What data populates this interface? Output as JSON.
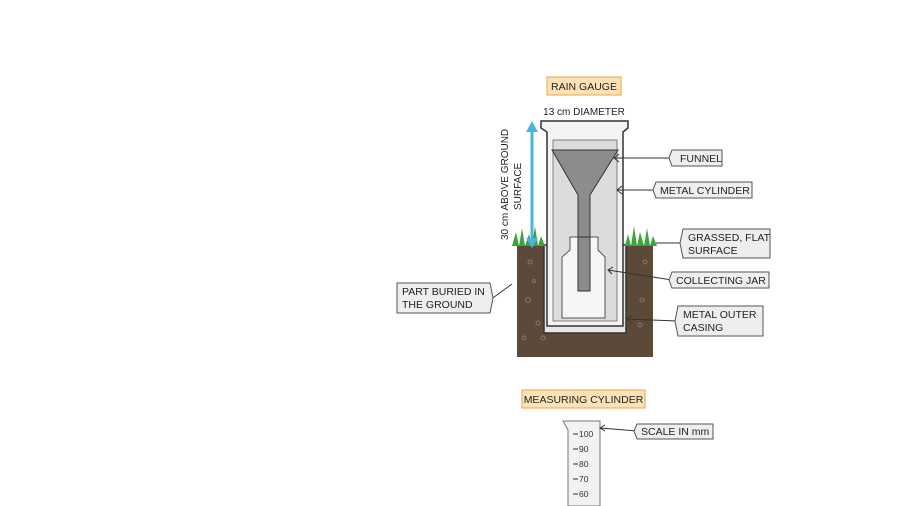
{
  "rain_gauge": {
    "title": "RAIN GAUGE",
    "diameter_label": "13 cm DIAMETER",
    "height_label_line1": "30 cm ABOVE GROUND",
    "height_label_line2": "SURFACE",
    "callouts": {
      "funnel": "FUNNEL",
      "metal_cylinder": "METAL CYLINDER",
      "grassed_line1": "GRASSED, FLAT",
      "grassed_line2": "SURFACE",
      "collecting_jar": "COLLECTING JAR",
      "outer_line1": "METAL OUTER",
      "outer_line2": "CASING",
      "buried_line1": "PART BURIED IN",
      "buried_line2": "THE GROUND"
    }
  },
  "measuring_cylinder": {
    "title": "MEASURING CYLINDER",
    "scale_label": "SCALE IN mm",
    "ticks": [
      "100",
      "90",
      "80",
      "70",
      "60"
    ]
  },
  "colors": {
    "title_fill": "#fde2b8",
    "title_border": "#e8a548",
    "callout_fill": "#eeeeee",
    "soil": "#5b4a3a",
    "grass": "#3aa53a",
    "arrow": "#4ab5d8"
  }
}
